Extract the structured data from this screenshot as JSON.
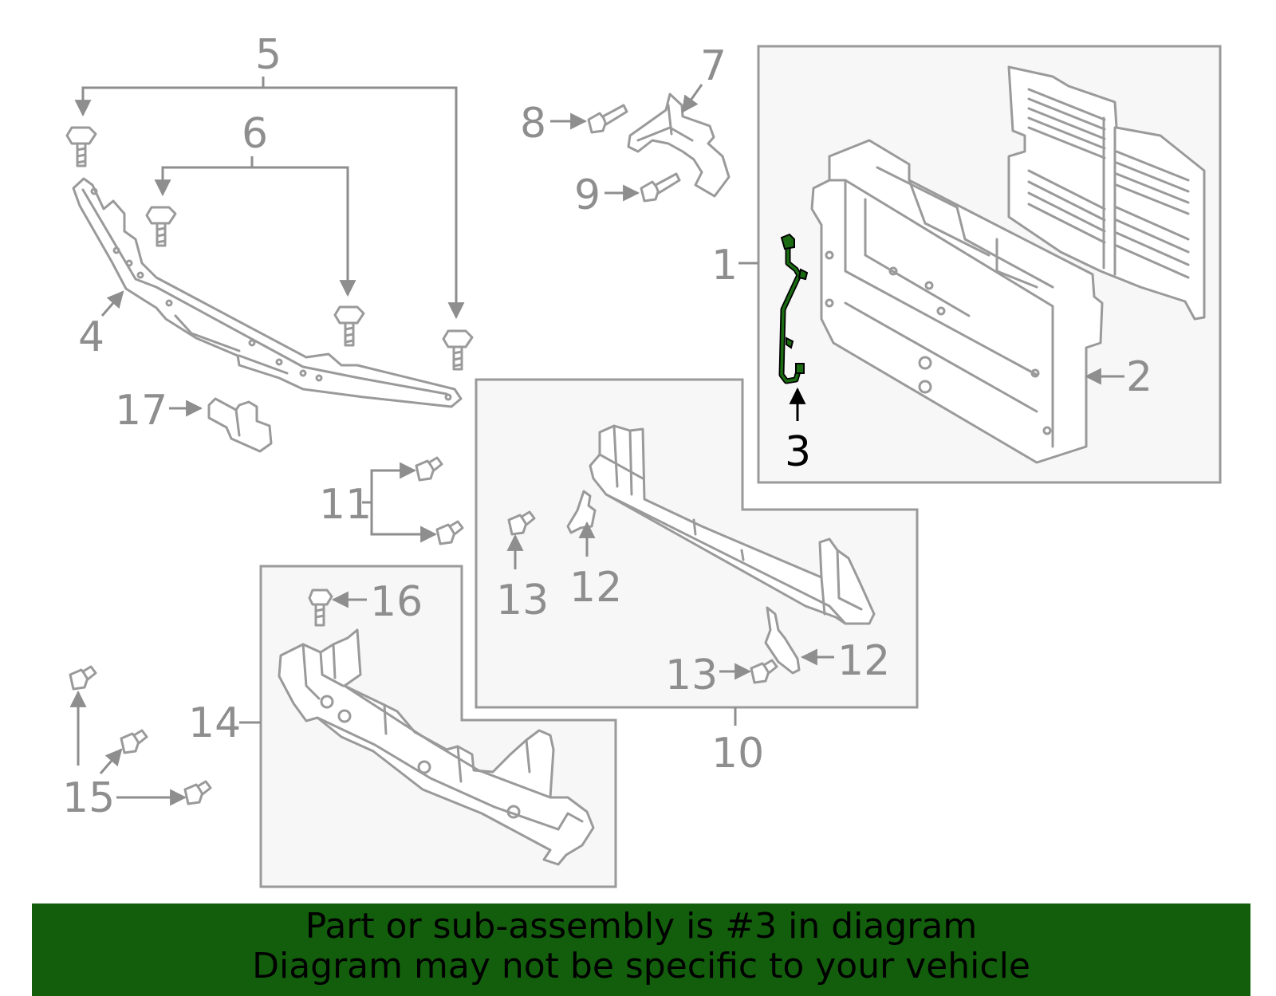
{
  "banner": {
    "line1": "Part or sub-assembly is #3 in diagram",
    "line2": "Diagram may not be specific to your vehicle"
  },
  "callouts": {
    "c1": "1",
    "c2": "2",
    "c3": "3",
    "c4": "4",
    "c5": "5",
    "c6": "6",
    "c7": "7",
    "c8": "8",
    "c9": "9",
    "c10": "10",
    "c11": "11",
    "c12a": "12",
    "c12b": "12",
    "c13a": "13",
    "c13b": "13",
    "c14": "14",
    "c15": "15",
    "c16": "16",
    "c17": "17"
  },
  "highlighted_part": "3",
  "colors": {
    "banner_bg": "#135e0c",
    "highlight": "#1a6b12",
    "line_art": "#9a9a9a",
    "label": "#8e8e8e"
  }
}
